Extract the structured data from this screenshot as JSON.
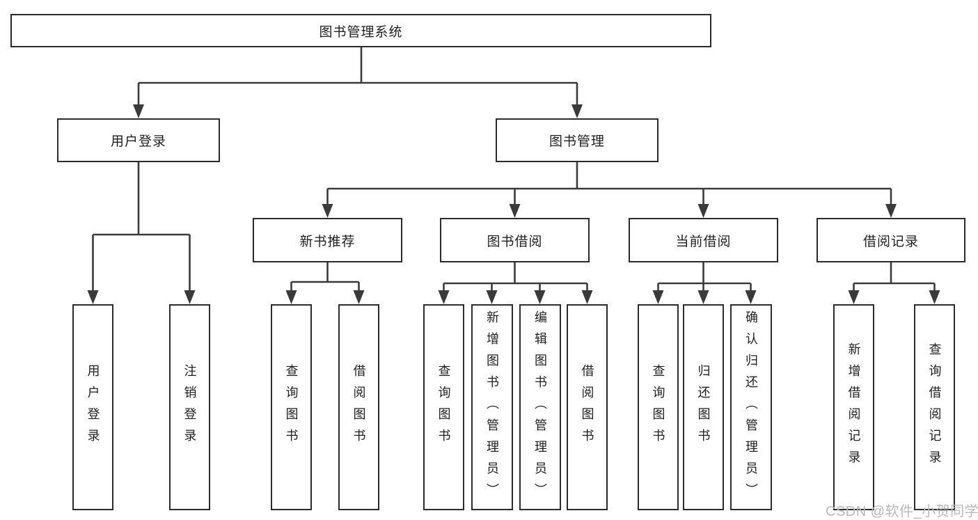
{
  "diagram": {
    "type": "hierarchy",
    "colors": {
      "line": "#3a3a3a",
      "box_border": "#2b2b2b",
      "box_fill": "#ffffff",
      "text": "#1f1f1f",
      "watermark_text": "#b9b9b9",
      "background": "#ffffff"
    },
    "nodes": {
      "root": "图书管理系统",
      "user_login": "用户登录",
      "book_mgmt": "图书管理",
      "new_book": "新书推荐",
      "borrow": "图书借阅",
      "current": "当前借阅",
      "records": "借阅记录"
    },
    "leaves": {
      "user_login": [
        "用户登录",
        "注销登录"
      ],
      "new_book": [
        "查询图书",
        "借阅图书"
      ],
      "borrow": [
        "查询图书",
        "新增图书（管理员）",
        "编辑图书（管理员）",
        "借阅图书"
      ],
      "current": [
        "查询图书",
        "归还图书",
        "确认归还（管理员）"
      ],
      "records": [
        "新增借阅记录",
        "查询借阅记录"
      ]
    },
    "watermark": "CSDN @软件_小贺同学"
  }
}
